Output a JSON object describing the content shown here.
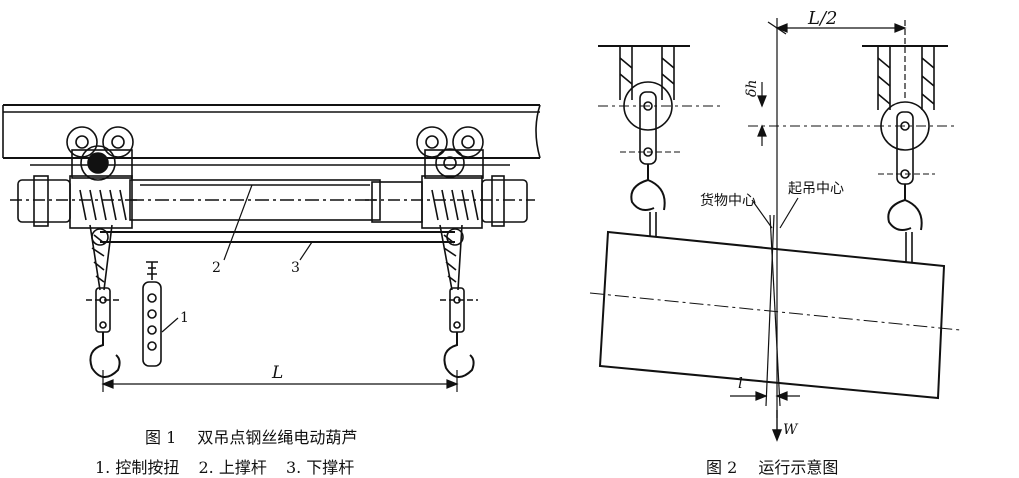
{
  "figure1": {
    "labels": {
      "n1": "1",
      "n2": "2",
      "n3": "3",
      "span": "L"
    },
    "caption": {
      "num": "图 1",
      "title": "双吊点钢丝绳电动葫芦"
    },
    "legend": [
      {
        "num": "1.",
        "text": "控制按扭"
      },
      {
        "num": "2.",
        "text": "上撑杆"
      },
      {
        "num": "3.",
        "text": "下撑杆"
      }
    ]
  },
  "figure2": {
    "labels": {
      "half_span": "L/2",
      "delta_h": "δh",
      "cargo_center": "货物中心",
      "lift_center": "起吊中心",
      "offset": "l",
      "weight": "W"
    },
    "caption": {
      "num": "图 2",
      "title": "运行示意图"
    }
  }
}
